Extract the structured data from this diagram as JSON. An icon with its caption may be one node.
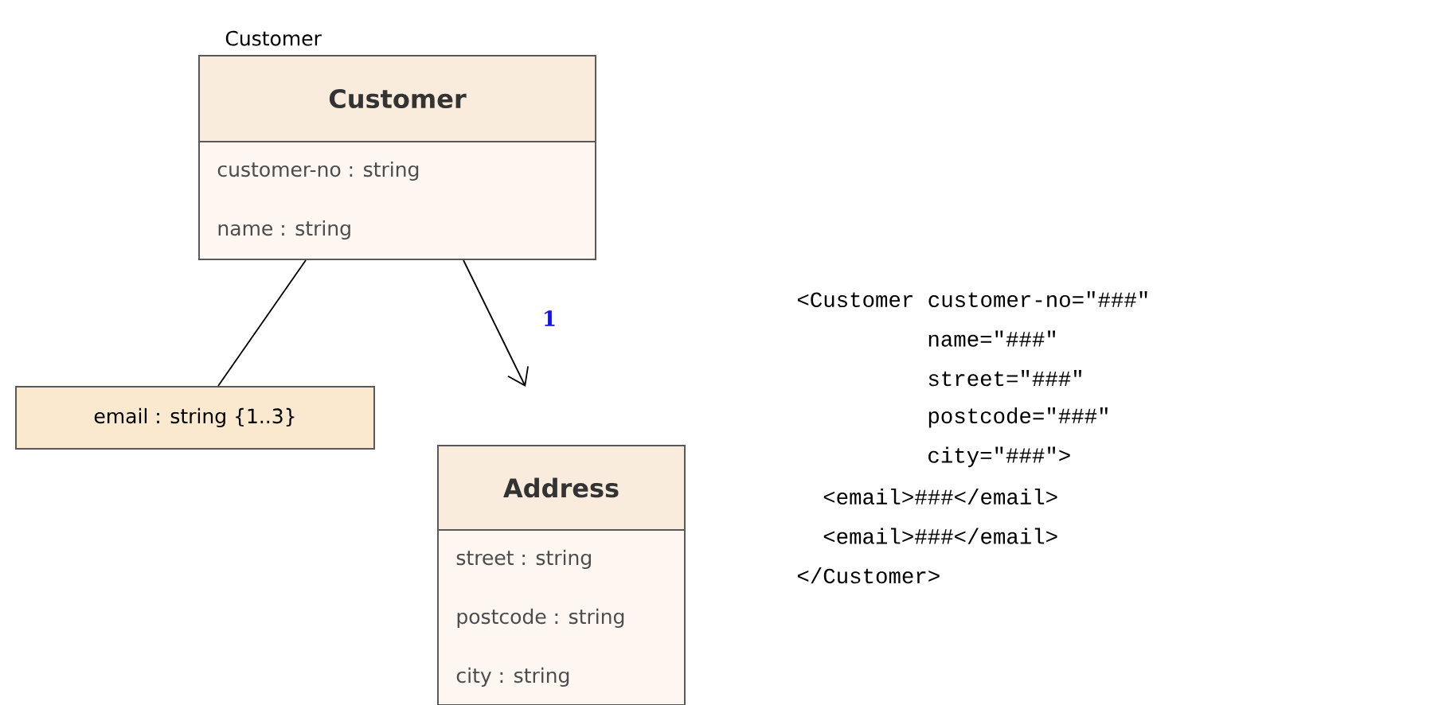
{
  "diagram": {
    "nodes": [
      {
        "text": [
          "Customer",
          "customer-no : string",
          "name : string"
        ],
        "beside": [
          "Customer"
        ]
      },
      {
        "text": [
          "email : string {1..3}"
        ]
      },
      {
        "text": [
          "Address",
          "street : string",
          "postcode : string",
          "city : string"
        ]
      }
    ],
    "edges": [
      {
        "from": 0,
        "to": 1,
        "arrow": "none"
      },
      {
        "from": 0,
        "to": 2,
        "arrow": "to",
        "label": "1"
      }
    ],
    "labels": [
      "<Customer customer-no=\"###\"",
      "name=\"###\"",
      "street=\"###\"",
      "postcode=\"###\"",
      "city=\"###\">",
      "<email>###</email>",
      "<email>###</email>",
      "</Customer>"
    ]
  }
}
